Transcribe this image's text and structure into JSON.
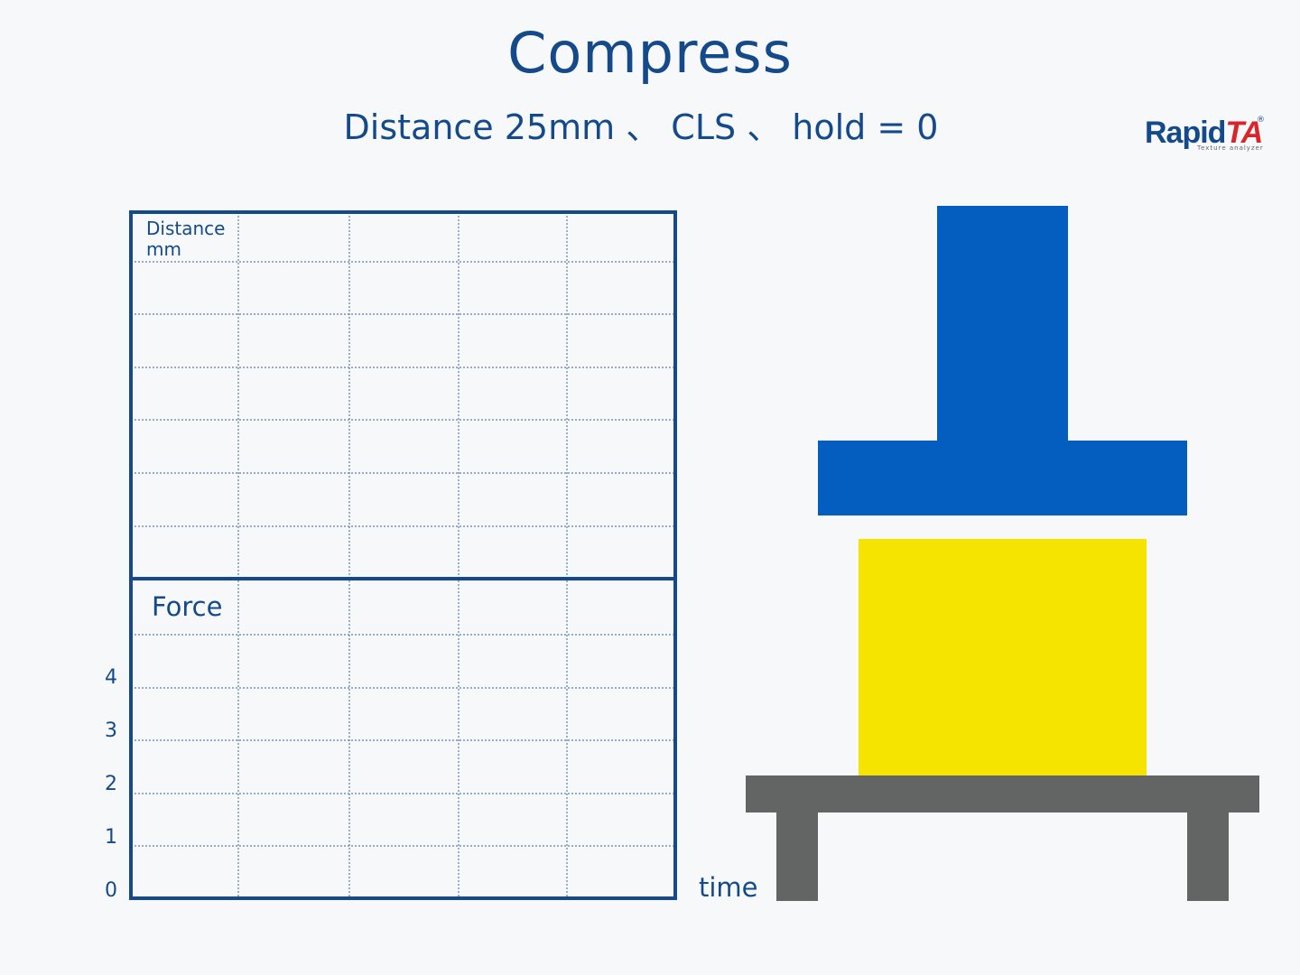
{
  "header": {
    "title": "Compress",
    "subtitle": "Distance 25mm 、 CLS 、 hold = 0"
  },
  "logo": {
    "brand_main": "Rapid",
    "brand_accent": "TA",
    "registered": "®",
    "tagline": "Texture analyzer"
  },
  "chart": {
    "distance_label_line1": "Distance",
    "distance_label_line2": "mm",
    "force_label": "Force",
    "time_label": "time",
    "force_ticks": [
      "4",
      "3",
      "2",
      "1",
      "0"
    ]
  },
  "colors": {
    "grid_border": "#154a8a",
    "grid_lines": "#5b7fb2",
    "probe": "#035ebf",
    "sample": "#f4e400",
    "platform": "#636464",
    "text": "#154a8a"
  }
}
